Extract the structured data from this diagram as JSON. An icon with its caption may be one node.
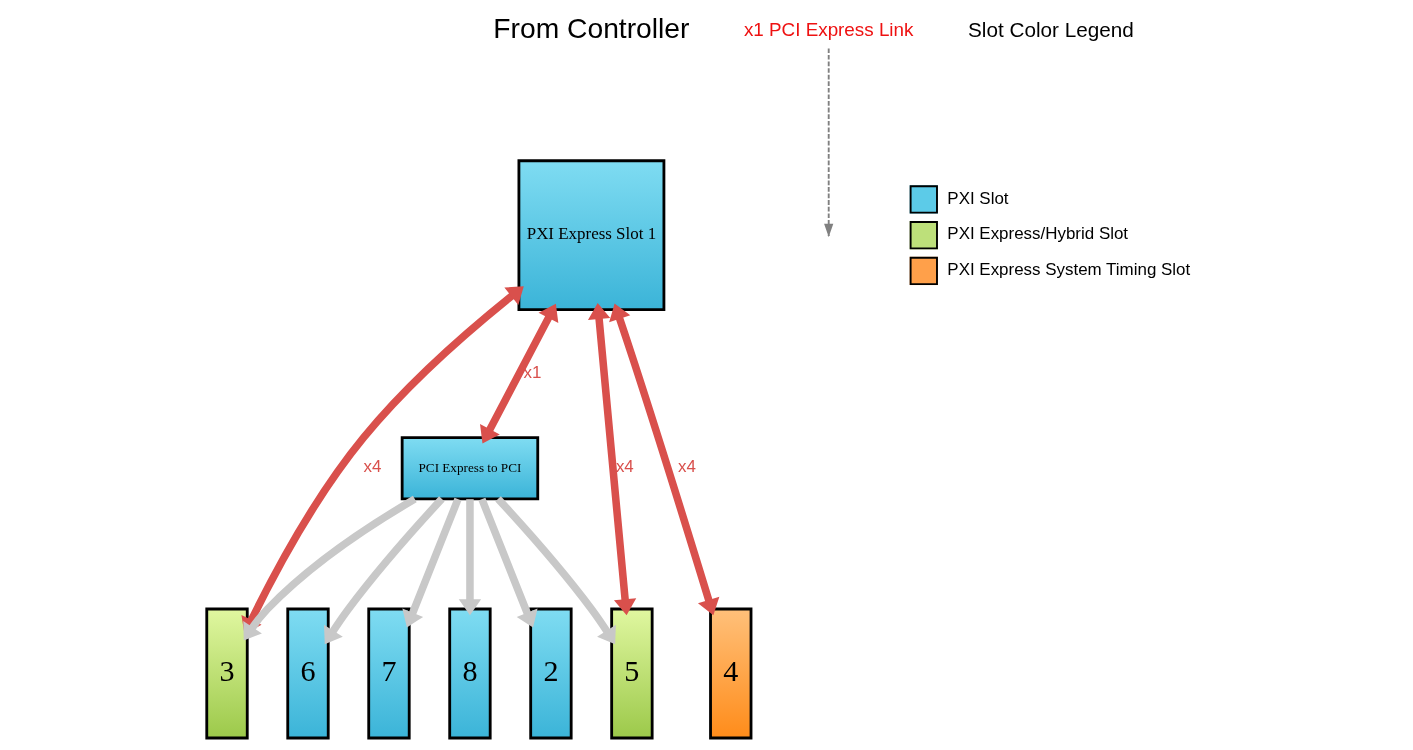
{
  "diagram": {
    "nodes": [
      {
        "text": [
          "PXI Express Slot 1"
        ]
      },
      {
        "text": [
          "PCI Express to PCI"
        ]
      },
      {
        "text": [
          "2"
        ]
      },
      {
        "text": [
          "3"
        ]
      },
      {
        "text": [
          "4"
        ]
      },
      {
        "text": [
          "5"
        ]
      },
      {
        "text": [
          "6"
        ]
      },
      {
        "text": [
          "7"
        ]
      },
      {
        "text": [
          "8"
        ]
      },
      {
        "text": [
          "x1 PCI Express Link"
        ]
      }
    ],
    "edges": [
      {
        "from": 0,
        "to": 3,
        "arrow": "both",
        "label": "x4",
        "color": "#d9504c"
      },
      {
        "from": 0,
        "to": 4,
        "arrow": "both",
        "label": "x4",
        "color": "#d9504c"
      },
      {
        "from": 0,
        "to": 5,
        "arrow": "both",
        "label": "x4",
        "color": "#d9504c"
      },
      {
        "from": 0,
        "to": 1,
        "arrow": "both",
        "label": "x1",
        "color": "#d9504c"
      },
      {
        "from": 9,
        "to": null,
        "arrow": "to",
        "style": "dashed",
        "color": "#808080"
      },
      {
        "from": 1,
        "to": 2,
        "arrow": "to"
      },
      {
        "from": 1,
        "to": 3,
        "arrow": "to"
      },
      {
        "from": 1,
        "to": 5,
        "arrow": "to"
      },
      {
        "from": 1,
        "to": 6,
        "arrow": "to"
      },
      {
        "from": 1,
        "to": 7,
        "arrow": "to"
      },
      {
        "from": 1,
        "to": 8,
        "arrow": "to"
      }
    ],
    "labels": [
      "From Controller",
      "Slot Color Legend"
    ],
    "legend": [
      {
        "text": "PXI Slot",
        "color": "#5ccbe8"
      },
      {
        "text": "PXI Express/Hybrid Slot",
        "color": "#bde07a"
      },
      {
        "text": "PXI Express System Timing Slot",
        "color": "#ffa04a"
      }
    ]
  }
}
